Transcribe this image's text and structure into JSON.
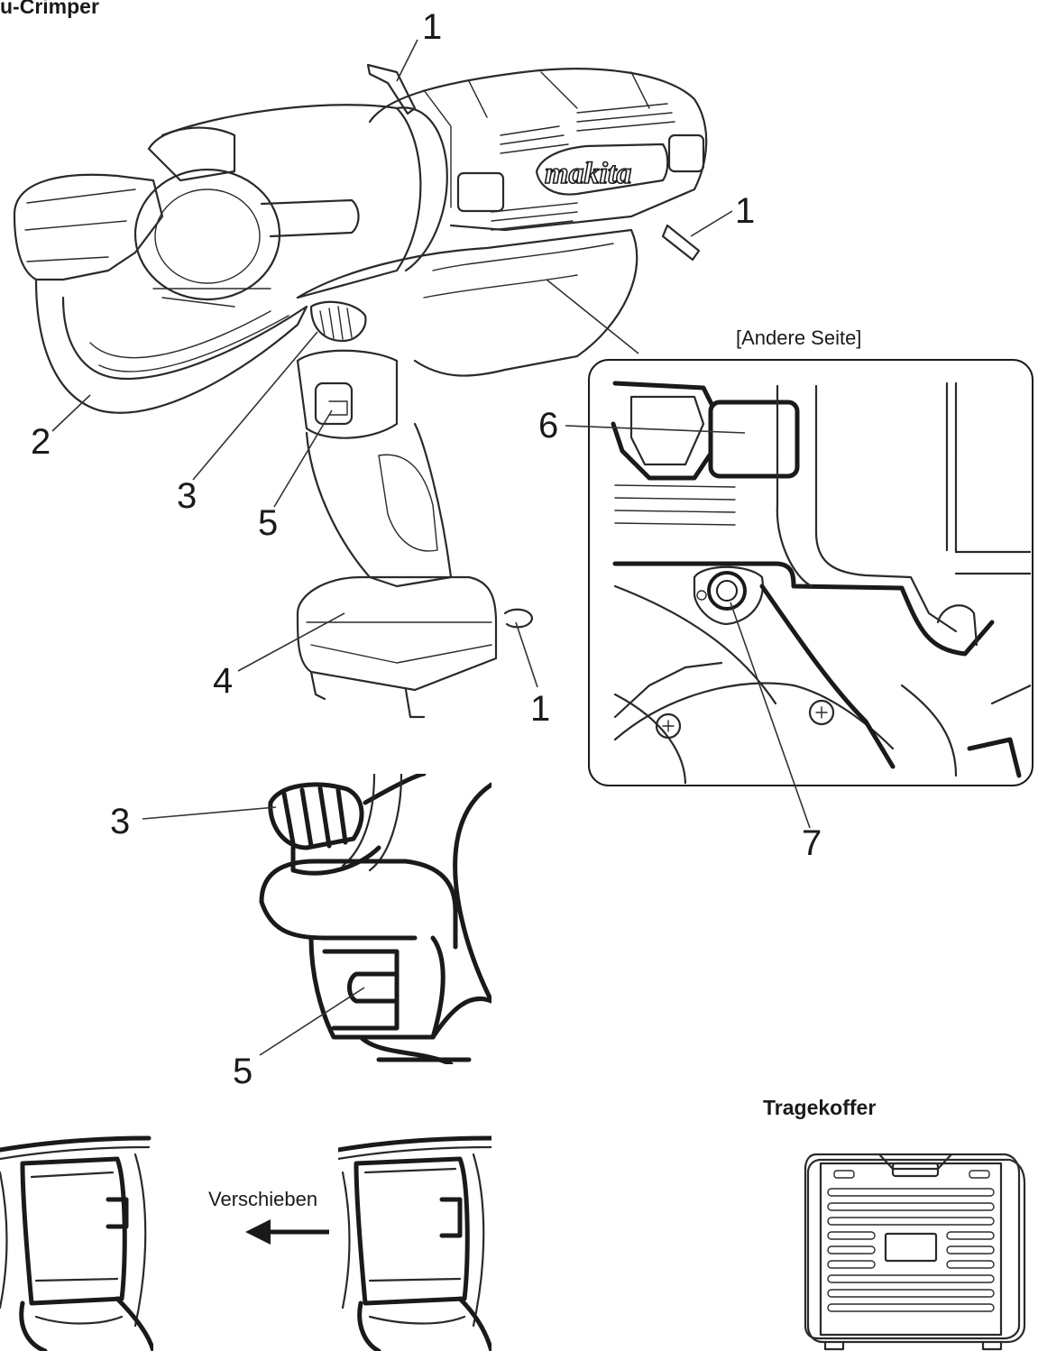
{
  "header": {
    "title": "u-Crimper"
  },
  "callouts": {
    "c1a": "1",
    "c1b": "1",
    "c1c": "1",
    "c2": "2",
    "c3": "3",
    "c4": "4",
    "c5": "5",
    "c6": "6",
    "c7": "7",
    "c3b": "3",
    "c5b": "5"
  },
  "inset": {
    "caption": "[Andere Seite]"
  },
  "slide": {
    "label": "Verschieben"
  },
  "case": {
    "title": "Tragekoffer"
  },
  "brand": {
    "logo_text": "makita"
  }
}
